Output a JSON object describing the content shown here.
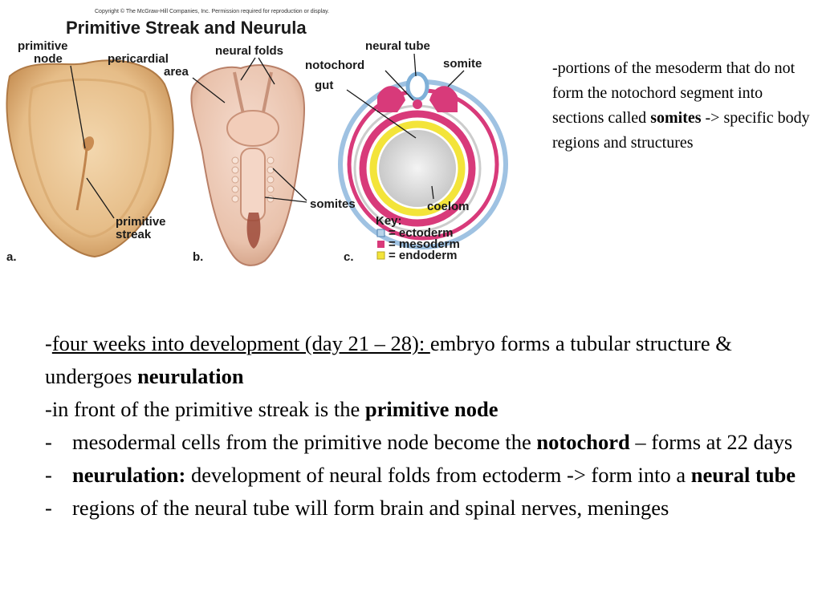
{
  "figure": {
    "copyright": "Copyright © The McGraw-Hill Companies, Inc. Permission required for reproduction or display.",
    "title": "Primitive Streak and Neurula",
    "labels": {
      "primitive_node_1": "primitive",
      "primitive_node_2": "node",
      "pericardial_1": "pericardial",
      "pericardial_2": "area",
      "neural_folds": "neural folds",
      "neural_tube": "neural tube",
      "notochord": "notochord",
      "somite": "somite",
      "gut": "gut",
      "primitive_streak_1": "primitive",
      "primitive_streak_2": "streak",
      "somites": "somites",
      "coelom": "coelom"
    },
    "panels": {
      "a": "a.",
      "b": "b.",
      "c": "c."
    },
    "key": {
      "title": "Key:",
      "items": [
        {
          "label": "= ectoderm",
          "color": "#b8d4ea"
        },
        {
          "label": "= mesoderm",
          "color": "#d83a7a"
        },
        {
          "label": "= endoderm",
          "color": "#f3e43a"
        }
      ]
    }
  },
  "side_note": {
    "part1": "-portions of the mesoderm that do not form the notochord segment into sections called ",
    "bold": "somites",
    "part2": " -> specific body regions and structures"
  },
  "main": {
    "p1": {
      "prefix": "-",
      "underlined": "four weeks into development  (day 21 – 28): ",
      "rest": "embryo forms a tubular structure & undergoes ",
      "bold": "neurulation"
    },
    "p2": {
      "text": "-in front of the primitive streak is the ",
      "bold": "primitive node"
    },
    "b1": {
      "dash": "-",
      "text": "mesodermal cells from the primitive node  become the ",
      "bold": "notochord",
      "rest": " – forms at 22 days"
    },
    "b2": {
      "dash": "-",
      "bold": "neurulation:",
      "rest": " development of neural folds from ectoderm -> form into a ",
      "bold2": "neural tube"
    },
    "b3": {
      "dash": "-",
      "text": "regions of the neural tube  will form brain and spinal nerves, meninges"
    }
  }
}
